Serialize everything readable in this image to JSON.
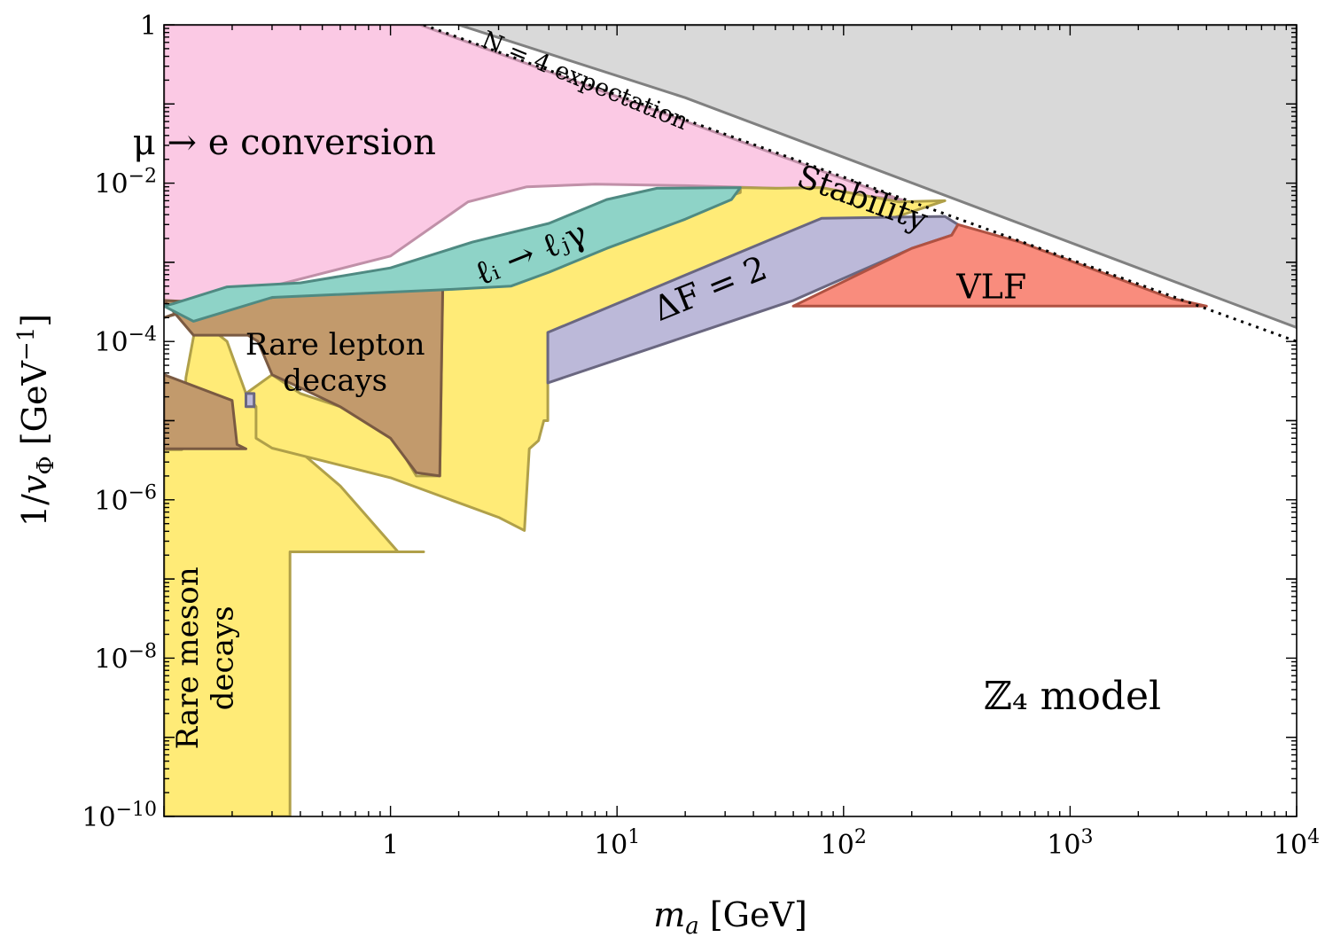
{
  "chart_data": {
    "type": "area",
    "xscale": "log",
    "yscale": "log",
    "xlim": [
      0.1,
      10000
    ],
    "ylim": [
      1e-10,
      1
    ],
    "xlabel": "m_a [GeV]",
    "ylabel": "1/v_Φ [GeV⁻¹]",
    "x_ticks": [
      {
        "value": 1,
        "label": "1"
      },
      {
        "value": 10,
        "base": "10",
        "exp": "1"
      },
      {
        "value": 100,
        "base": "10",
        "exp": "2"
      },
      {
        "value": 1000,
        "base": "10",
        "exp": "3"
      },
      {
        "value": 10000,
        "base": "10",
        "exp": "4"
      }
    ],
    "y_ticks": [
      {
        "value": 1,
        "label": "1"
      },
      {
        "value": 0.01,
        "base": "10",
        "exp": "−2"
      },
      {
        "value": 0.0001,
        "base": "10",
        "exp": "−4"
      },
      {
        "value": 1e-06,
        "base": "10",
        "exp": "−6"
      },
      {
        "value": 1e-08,
        "base": "10",
        "exp": "−8"
      },
      {
        "value": 1e-10,
        "base": "10",
        "exp": "−10"
      }
    ],
    "annotation": "ℤ₄ model",
    "regions": [
      {
        "name": "Stability",
        "fill": "#d9d9d9",
        "stroke": "#808080",
        "label": {
          "text": "Stability",
          "x": 120,
          "y": 0.006,
          "rotate": 20,
          "size": 36
        },
        "points": [
          [
            2,
            1
          ],
          [
            10000,
            1
          ],
          [
            10000,
            0.00015
          ],
          [
            20,
            0.12
          ],
          [
            2,
            1
          ]
        ]
      },
      {
        "name": "mu-to-e-conversion",
        "fill": "#fbc9e4",
        "stroke": "#c090a8",
        "label": {
          "text": "μ → e conversion",
          "x": 0.34,
          "y": 0.03,
          "rotate": 0,
          "size": 40
        },
        "points": [
          [
            0.1,
            1
          ],
          [
            1.35,
            1
          ],
          [
            200,
            0.0055
          ],
          [
            180,
            0.0062
          ],
          [
            60,
            0.0085
          ],
          [
            20,
            0.0093
          ],
          [
            8,
            0.0097
          ],
          [
            4,
            0.009
          ],
          [
            2.2,
            0.0058
          ],
          [
            1,
            0.0012
          ],
          [
            0.3,
            0.0005
          ],
          [
            0.1,
            0.0003
          ]
        ]
      },
      {
        "name": "Rare meson decays",
        "fill": "#ffeb77",
        "stroke": "#b0a049",
        "label": {
          "text": "Rare meson decays",
          "x": 0.15,
          "y": 1e-08,
          "rotate": -90,
          "size": 34
        },
        "points": [
          [
            0.1,
            1e-10
          ],
          [
            0.36,
            1e-10
          ],
          [
            0.36,
            2.2e-07
          ],
          [
            1.4,
            2.2e-07
          ],
          [
            1.08,
            2.2e-07
          ],
          [
            0.6,
            1.5e-06
          ],
          [
            0.41,
            3.8e-06
          ],
          [
            0.3,
            7e-06
          ],
          [
            0.23,
            2.2e-05
          ],
          [
            0.19,
            0.0001
          ],
          [
            0.14,
            0.0002
          ],
          [
            0.125,
            3.5e-05
          ],
          [
            0.12,
            4.3e-06
          ],
          [
            0.1,
            4.3e-06
          ]
        ]
      },
      {
        "name": "yellow-main",
        "fill": "#ffeb77",
        "stroke": "#b0a049",
        "label": null,
        "points": [
          [
            0.23,
            2.2e-05
          ],
          [
            0.255,
            1.5e-05
          ],
          [
            0.255,
            6e-06
          ],
          [
            0.3,
            4.5e-06
          ],
          [
            1,
            1.9e-06
          ],
          [
            3,
            6e-07
          ],
          [
            3.9,
            4.1e-07
          ],
          [
            4.1,
            4.4e-06
          ],
          [
            4.5,
            5.6e-06
          ],
          [
            4.75,
            1e-05
          ],
          [
            4.95,
            1e-05
          ],
          [
            4.95,
            0.00013
          ],
          [
            280,
            0.006
          ],
          [
            175,
            0.0058
          ],
          [
            80,
            0.0088
          ],
          [
            50,
            0.0086
          ],
          [
            35,
            0.0088
          ],
          [
            35,
            0.0076
          ],
          [
            20,
            0.0045
          ],
          [
            8,
            0.0018
          ],
          [
            5,
            0.0012
          ],
          [
            3.4,
            0.00085
          ],
          [
            1.7,
            0.00045
          ],
          [
            1.65,
            2e-06
          ],
          [
            1.3,
            2e-06
          ],
          [
            1,
            7e-06
          ],
          [
            0.6,
            1.5e-05
          ],
          [
            0.4,
            2.2e-05
          ],
          [
            0.3,
            3.8e-05
          ]
        ]
      },
      {
        "name": "Rare lepton decays",
        "fill": "#c29a6c",
        "stroke": "#7a5a42",
        "label": {
          "text": "Rare lepton decays",
          "x": 0.57,
          "y": 6e-05,
          "rotate": 0,
          "size": 34
        },
        "points": [
          [
            0.1,
            0.00033
          ],
          [
            0.125,
            0.00032
          ],
          [
            0.11,
            0.00022
          ],
          [
            0.1,
            0.0002
          ],
          [
            0.125,
            0.00024
          ],
          [
            0.135,
            0.0002
          ],
          [
            0.2,
            0.0003
          ],
          [
            0.5,
            0.00045
          ],
          [
            1.7,
            0.00045
          ],
          [
            1.65,
            2e-06
          ],
          [
            1.3,
            2.2e-06
          ],
          [
            1,
            6e-06
          ],
          [
            0.6,
            1.5e-05
          ],
          [
            0.4,
            2.6e-05
          ],
          [
            0.3,
            3.8e-05
          ],
          [
            0.26,
            0.0001
          ],
          [
            0.235,
            0.00012
          ],
          [
            0.2,
            0.00012
          ],
          [
            0.135,
            0.00012
          ]
        ]
      },
      {
        "name": "Rare lepton decays lower lobe",
        "fill": "#c29a6c",
        "stroke": "#7a5a42",
        "label": null,
        "points": [
          [
            0.1,
            3.8e-05
          ],
          [
            0.2,
            1.8e-05
          ],
          [
            0.21,
            5e-06
          ],
          [
            0.23,
            4.4e-06
          ],
          [
            0.1,
            4.4e-06
          ]
        ]
      },
      {
        "name": "l_i to l_j gamma",
        "fill": "#8ed3c7",
        "stroke": "#4f8a82",
        "label": {
          "text": "ℓᵢ → ℓⱼγ",
          "x": 4.2,
          "y": 0.0012,
          "rotate": -22,
          "size": 38
        },
        "points": [
          [
            0.1,
            0.00028
          ],
          [
            0.11,
            0.0003
          ],
          [
            0.19,
            0.00049
          ],
          [
            0.4,
            0.00055
          ],
          [
            1,
            0.00085
          ],
          [
            2.3,
            0.0018
          ],
          [
            5,
            0.0031
          ],
          [
            9,
            0.0062
          ],
          [
            15,
            0.0086
          ],
          [
            35,
            0.0088
          ],
          [
            32,
            0.0062
          ],
          [
            20,
            0.0035
          ],
          [
            9,
            0.0015
          ],
          [
            5,
            0.00075
          ],
          [
            3.4,
            0.0005
          ],
          [
            1.7,
            0.00045
          ],
          [
            0.3,
            0.00036
          ],
          [
            0.135,
            0.00018
          ]
        ]
      },
      {
        "name": "Delta F = 2",
        "fill": "#bcb9d9",
        "stroke": "#6a6780",
        "label": {
          "text": "ΔF = 2",
          "x": 26,
          "y": 0.00043,
          "rotate": -22,
          "size": 38
        },
        "points": [
          [
            0.25,
            1.5e-05
          ],
          [
            0.25,
            2.2e-05
          ],
          [
            0.23,
            2.2e-05
          ],
          [
            0.23,
            1.5e-05
          ],
          [
            0.25,
            1.5e-05
          ]
        ]
      },
      {
        "name": "Delta F = 2 main",
        "fill": "#bcb9d9",
        "stroke": "#6a6780",
        "label": null,
        "points": [
          [
            4.95,
            3e-05
          ],
          [
            4.95,
            0.00013
          ],
          [
            80,
            0.0036
          ],
          [
            280,
            0.0038
          ],
          [
            320,
            0.003
          ],
          [
            300,
            0.0022
          ],
          [
            200,
            0.0015
          ],
          [
            60,
            0.00033
          ],
          [
            4.95,
            3e-05
          ]
        ]
      },
      {
        "name": "VLF",
        "fill": "#f98c7d",
        "stroke": "#b05242",
        "label": {
          "text": "VLF",
          "x": 450,
          "y": 0.00045,
          "rotate": 0,
          "size": 38
        },
        "points": [
          [
            60,
            0.00028
          ],
          [
            4000,
            0.00028
          ],
          [
            2800,
            0.00035
          ],
          [
            600,
            0.0018
          ],
          [
            320,
            0.003
          ],
          [
            300,
            0.0022
          ],
          [
            200,
            0.0015
          ],
          [
            60,
            0.00028
          ]
        ]
      }
    ],
    "expectation_line": {
      "label": "N = 4 expectation",
      "points": [
        [
          1.4,
          1
        ],
        [
          10000,
          0.0001
        ]
      ]
    }
  }
}
